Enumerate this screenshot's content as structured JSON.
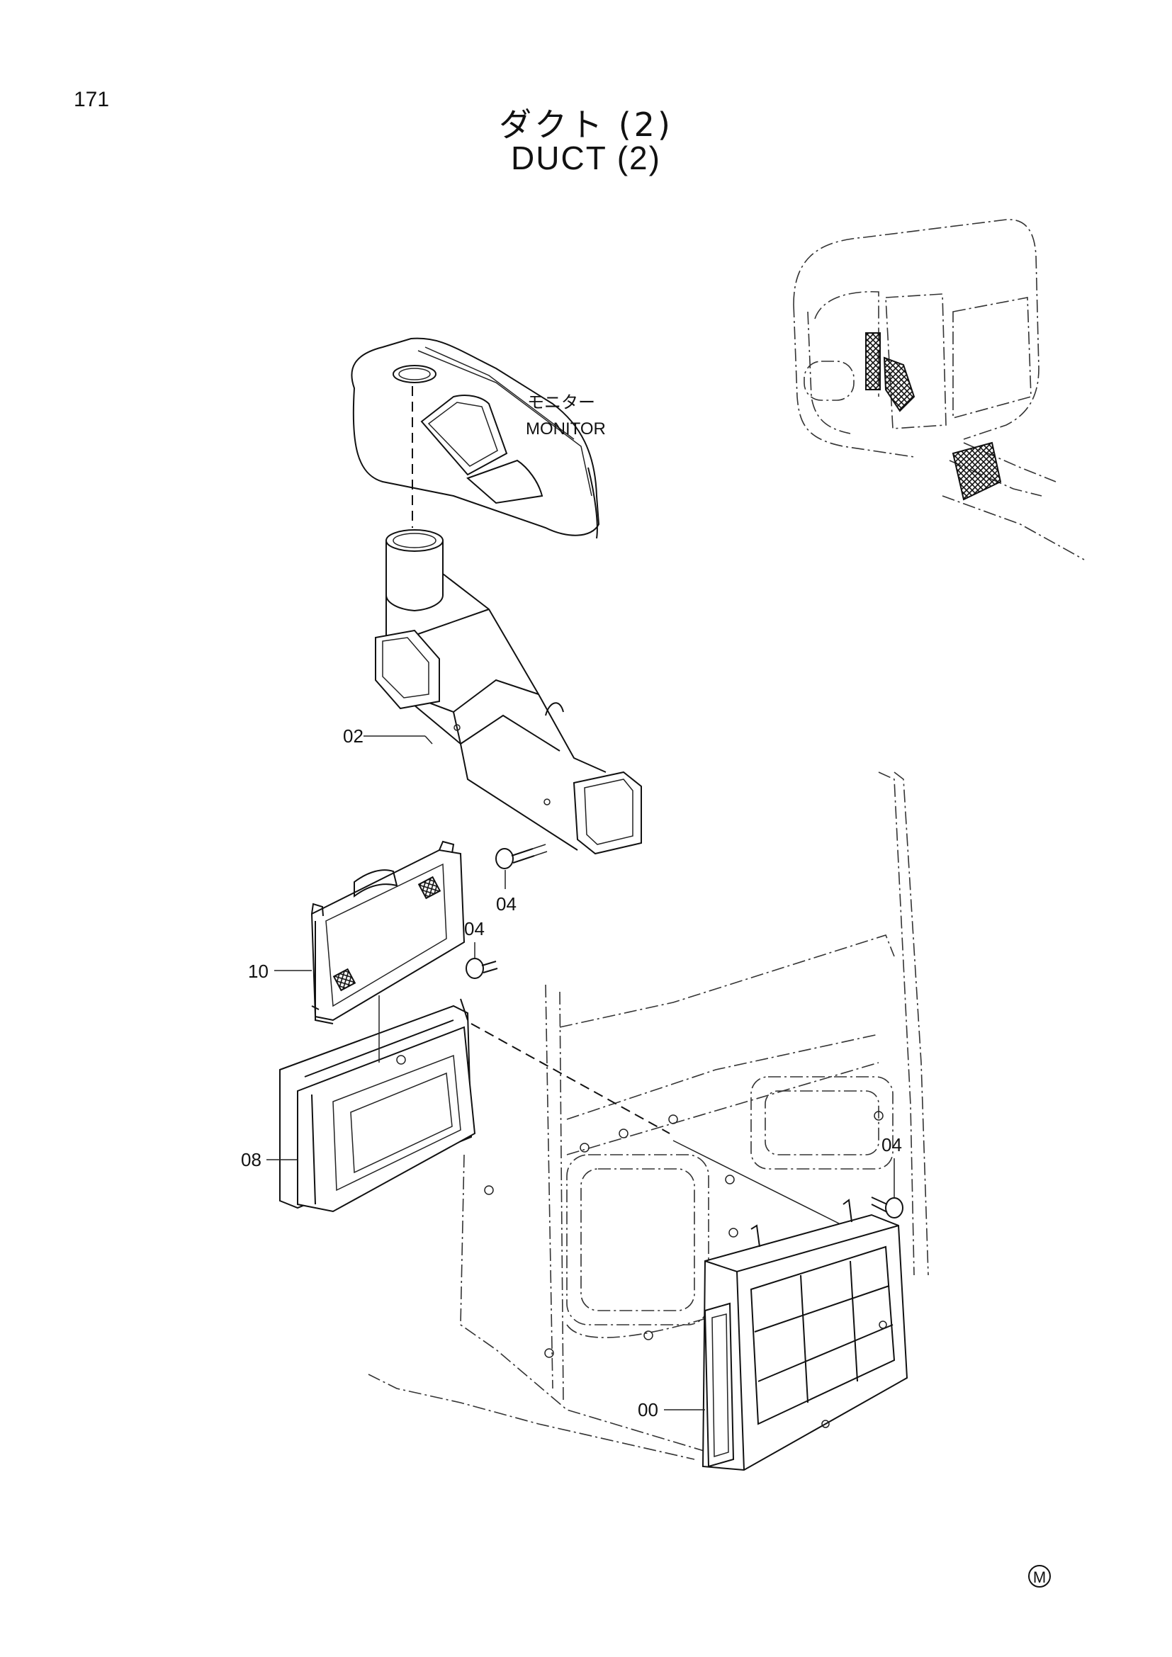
{
  "page": {
    "number": "171"
  },
  "title": {
    "japanese": "ダクト (2)",
    "english": "DUCT (2)"
  },
  "annotations": {
    "monitor_jp": "モニター",
    "monitor_en": "MONITOR"
  },
  "callouts": {
    "duct_02": "02",
    "screw_04_a": "04",
    "screw_04_b": "04",
    "screw_04_c": "04",
    "filter_10": "10",
    "frame_08": "08",
    "cover_00": "00"
  },
  "footer": {
    "mark": "M"
  }
}
